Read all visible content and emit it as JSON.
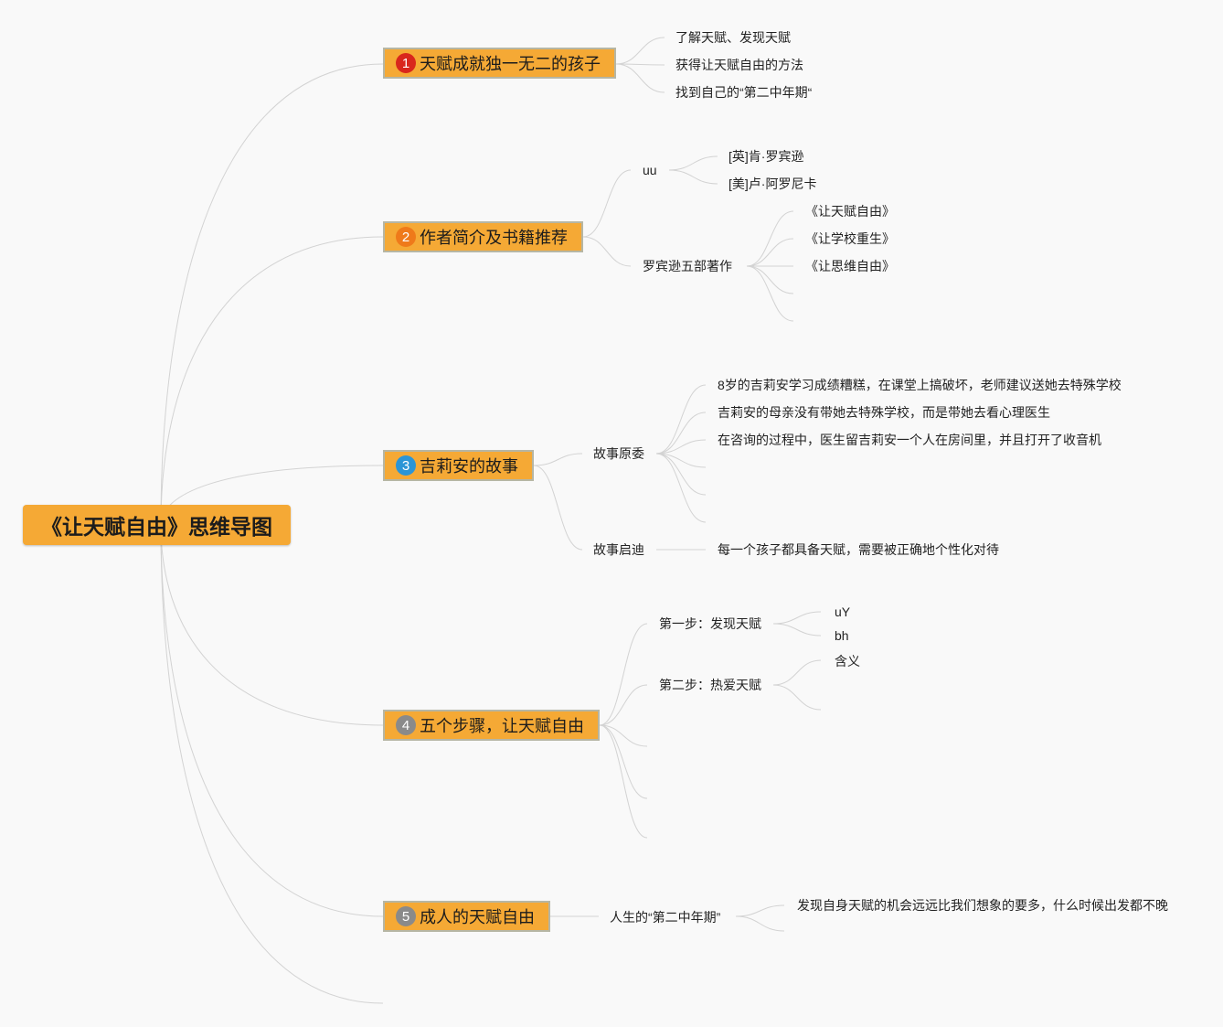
{
  "root": {
    "title": "《让天赋自由》思维导图"
  },
  "colors": {
    "node": "#f5a935",
    "line": "#d3d3d3",
    "badge_1": "#d9261c",
    "badge_2": "#ef7a1a",
    "badge_3": "#2b95d6",
    "badge_4": "#8a8a8a",
    "badge_5": "#8a8a8a"
  },
  "branches": [
    {
      "num": "1",
      "label": "天赋成就独一无二的孩子",
      "children": [
        "了解天赋、发现天赋",
        "获得让天赋自由的方法",
        "找到自己的“第二中年期“"
      ]
    },
    {
      "num": "2",
      "label": "作者简介及书籍推荐",
      "children": [
        {
          "label": "uu",
          "children": [
            "[英]肯·罗宾逊",
            "[美]卢·阿罗尼卡"
          ]
        },
        {
          "label": "罗宾逊五部著作",
          "children": [
            "《让天赋自由》",
            "《让学校重生》",
            "《让思维自由》"
          ]
        }
      ]
    },
    {
      "num": "3",
      "label": "吉莉安的故事",
      "children": [
        {
          "label": "故事原委",
          "children": [
            "8岁的吉莉安学习成绩糟糕，在课堂上搞破坏，老师建议送她去特殊学校",
            "吉莉安的母亲没有带她去特殊学校，而是带她去看心理医生",
            "在咨询的过程中，医生留吉莉安一个人在房间里，并且打开了收音机"
          ]
        },
        {
          "label": "故事启迪",
          "children": [
            "每一个孩子都具备天赋，需要被正确地个性化对待"
          ]
        }
      ]
    },
    {
      "num": "4",
      "label": "五个步骤，让天赋自由",
      "children": [
        {
          "label": "第一步：发现天赋",
          "children": [
            "uY",
            "bh"
          ]
        },
        {
          "label": "第二步：热爱天赋",
          "children": [
            "含义"
          ]
        }
      ]
    },
    {
      "num": "5",
      "label": "成人的天赋自由",
      "children": [
        {
          "label": "人生的“第二中年期”",
          "children": [
            "发现自身天赋的机会远远比我们想象的要多，什么时候出发都不晚"
          ]
        }
      ]
    }
  ]
}
